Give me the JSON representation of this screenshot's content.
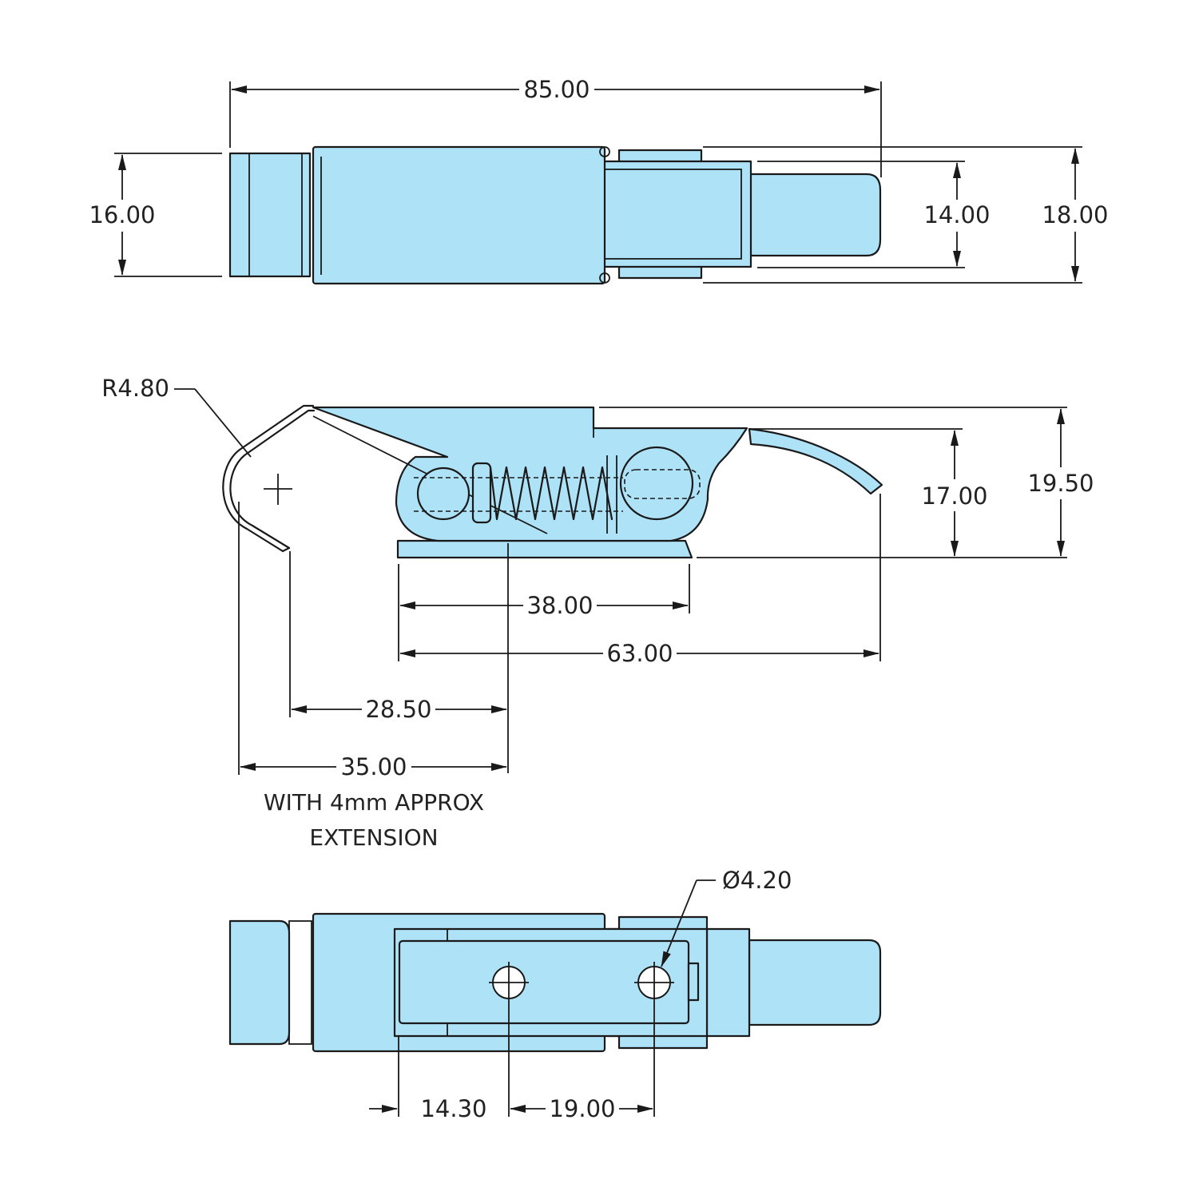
{
  "colors": {
    "part_fill": "#aee2f7",
    "line": "#1a1a1a",
    "text": "#222222",
    "background": "#ffffff"
  },
  "top_view": {
    "overall_length": "85.00",
    "base_width": "16.00",
    "hook_width": "14.00",
    "overall_width": "18.00"
  },
  "side_view": {
    "radius": "R4.80",
    "height_17": "17.00",
    "height_19_5": "19.50",
    "base_length": "38.00",
    "hook_reach": "63.00",
    "extension_28_5": "28.50",
    "extension_35": "35.00",
    "note_line1": "WITH 4mm APPROX",
    "note_line2": "EXTENSION"
  },
  "bottom_view": {
    "hole_diameter": "Ø4.20",
    "edge_to_hole": "14.30",
    "hole_spacing": "19.00"
  }
}
